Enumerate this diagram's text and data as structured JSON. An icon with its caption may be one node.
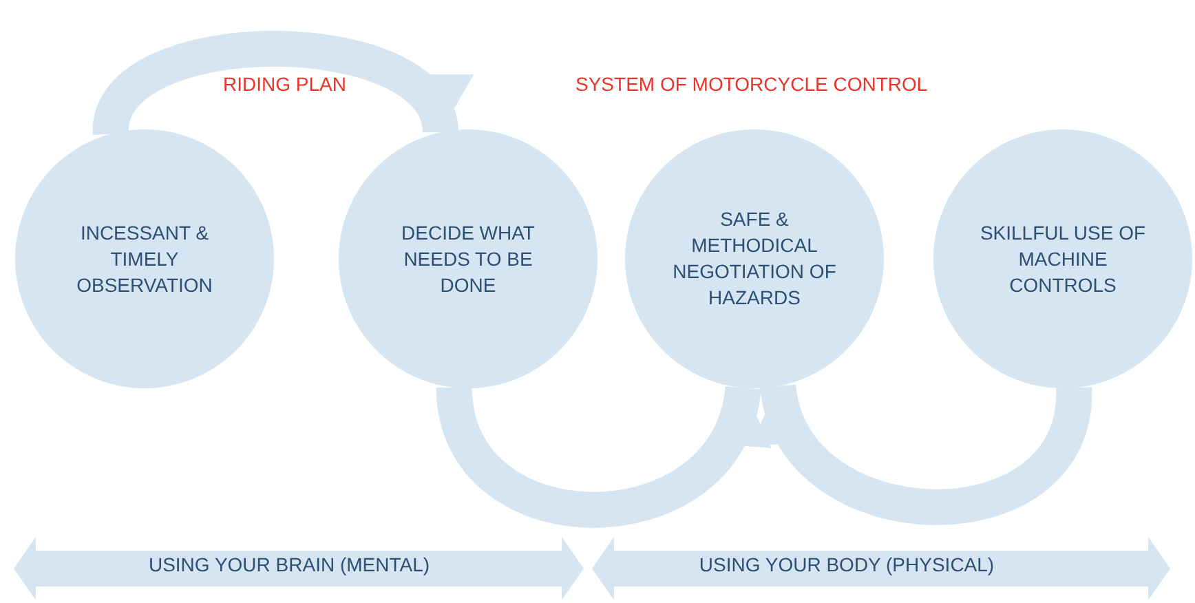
{
  "diagram": {
    "nodes": [
      {
        "text": [
          "INCESSANT & TIMELY OBSERVATION"
        ]
      },
      {
        "text": [
          "DECIDE WHAT NEEDS TO BE DONE"
        ]
      },
      {
        "text": [
          "SAFE & METHODICAL NEGOTIATION OF HAZARDS"
        ]
      },
      {
        "text": [
          "SKILLFUL USE OF MACHINE CONTROLS"
        ]
      }
    ],
    "edges": [
      {
        "from": 0,
        "to": 1,
        "arrow": "to"
      },
      {
        "from": 1,
        "to": 2,
        "arrow": "to"
      },
      {
        "from": 3,
        "to": 2,
        "arrow": "to"
      }
    ],
    "labels": [
      "RIDING PLAN",
      "SYSTEM OF MOTORCYCLE CONTROL",
      "USING YOUR BRAIN (MENTAL)",
      "USING YOUR BODY (PHYSICAL)"
    ]
  }
}
